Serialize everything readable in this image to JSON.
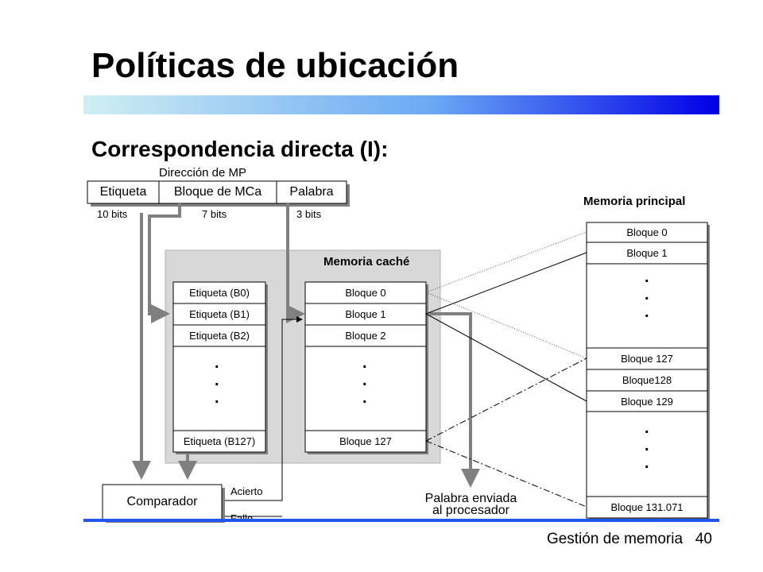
{
  "slide": {
    "title": "Políticas de ubicación",
    "subtitle": "Correspondencia directa (I):",
    "footer_text": "Gestión de memoria",
    "page_number": "40"
  },
  "address": {
    "label": "Dirección de MP",
    "fields": [
      "Etiqueta",
      "Bloque de MCa",
      "Palabra"
    ],
    "bits": [
      "10 bits",
      "7 bits",
      "3 bits"
    ]
  },
  "cache": {
    "label": "Memoria caché",
    "tags": [
      "Etiqueta (B0)",
      "Etiqueta (B1)",
      "Etiqueta (B2)",
      "Etiqueta (B127)"
    ],
    "blocks": [
      "Bloque 0",
      "Bloque 1",
      "Bloque 2",
      "Bloque 127"
    ]
  },
  "main_memory": {
    "label": "Memoria principal",
    "blocks": [
      "Bloque 0",
      "Bloque 1",
      "Bloque 127",
      "Bloque128",
      "Bloque 129",
      "Bloque 131.071"
    ]
  },
  "comparator": {
    "label": "Comparador",
    "hit": "Acierto",
    "miss": "Fallo"
  },
  "output": {
    "line1": "Palabra enviada",
    "line2": "al procesador"
  },
  "colors": {
    "gradient_start": "#cfeff2",
    "gradient_end": "#0000e8",
    "rule": "#2255ee",
    "arrow_gray": "#808080",
    "panel_gray": "#d8d8d8"
  }
}
